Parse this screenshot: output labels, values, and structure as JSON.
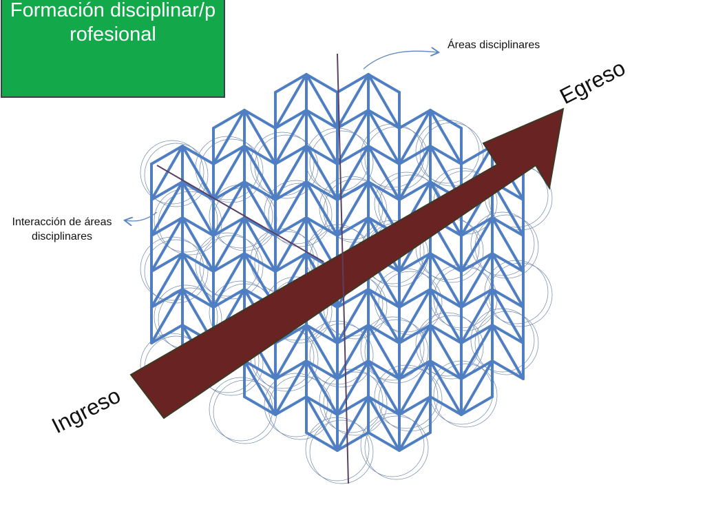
{
  "title": "Formación disciplinar/profesional",
  "labels": {
    "areas": "Áreas disciplinares",
    "interaccion": "Interacción de áreas disciplinares",
    "ingreso": "Ingreso",
    "egreso": "Egreso"
  },
  "colors": {
    "title_fill": "#13a84a",
    "grid": "#4f7fc2",
    "arrow": "#6a2323",
    "arrow_outline": "#3b3a24"
  }
}
